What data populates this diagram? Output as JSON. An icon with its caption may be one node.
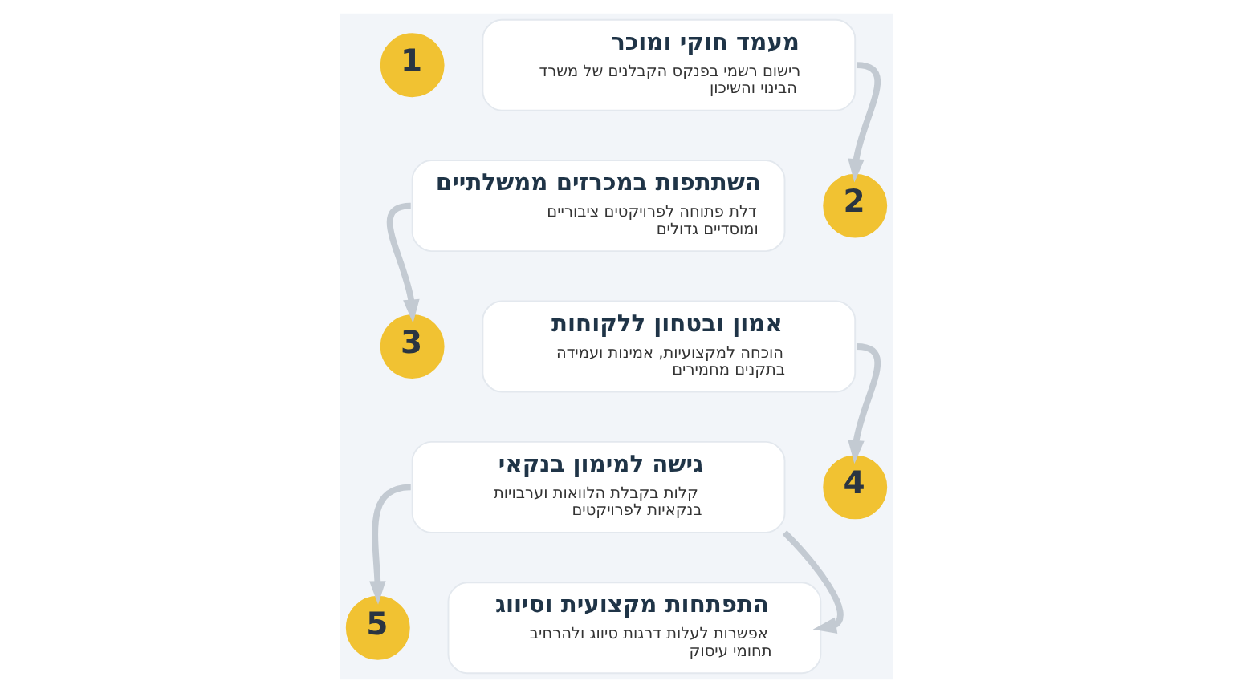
{
  "diagram": {
    "nodes": [
      {
        "text": [
          "1"
        ]
      },
      {
        "text": [
          "מעמד חוקי ומוכר",
          "רישום רשמי בפנקס הקבלנים של משרד הבינוי והשיכון"
        ]
      },
      {
        "text": [
          "2"
        ]
      },
      {
        "text": [
          "השתתפות במכרזים ממשלתיים",
          "דלת פתוחה לפרויקטים ציבוריים ומוסדיים גדולים"
        ]
      },
      {
        "text": [
          "3"
        ]
      },
      {
        "text": [
          "אמון ובטחון ללקוחות",
          "הוכחה למקצועיות, אמינות ועמידה בתקנים מחמירים"
        ]
      },
      {
        "text": [
          "4"
        ]
      },
      {
        "text": [
          "גישה למימון בנקאי",
          "קלות בקבלת הלוואות וערבויות בנקאיות לפרויקטים"
        ]
      },
      {
        "text": [
          "5"
        ]
      },
      {
        "text": [
          "התפתחות מקצועית וסיווג",
          "אפשרות לעלות דרגות סיווג ולהרחיב תחומי עיסוק"
        ]
      }
    ],
    "edges": [
      {
        "from": 1,
        "to": 2,
        "arrow": "to"
      },
      {
        "from": 3,
        "to": 4,
        "arrow": "to"
      },
      {
        "from": 5,
        "to": 6,
        "arrow": "to"
      },
      {
        "from": 7,
        "to": 8,
        "arrow": "to"
      },
      {
        "from": 7,
        "to": 9,
        "arrow": "to"
      }
    ]
  }
}
